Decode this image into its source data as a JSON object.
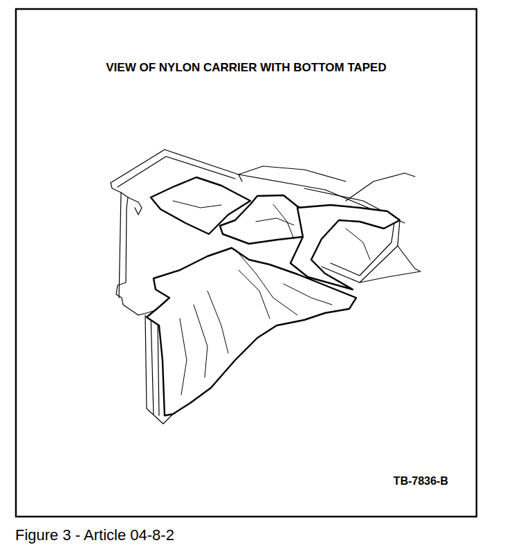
{
  "diagram": {
    "title": "VIEW OF NYLON CARRIER WITH BOTTOM TAPED",
    "caption": "Figure 3 - Article 04-8-2",
    "labels": [
      "TB-7836-B"
    ]
  }
}
